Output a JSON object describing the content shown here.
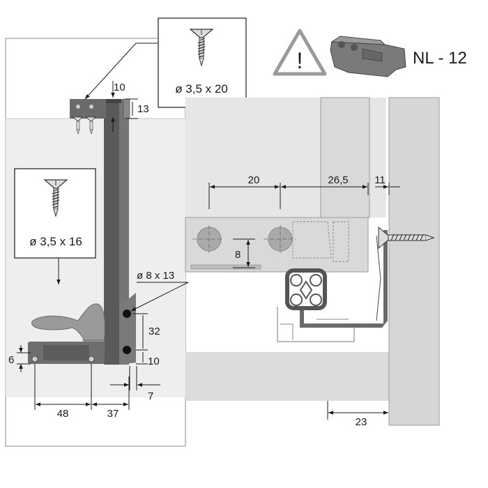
{
  "warning": {
    "icon": "warning-triangle-icon",
    "symbol": "!",
    "part_code": "NL - 12"
  },
  "screws": {
    "top": {
      "label": "ø 3,5 x 20",
      "icon": "countersunk-screw-icon"
    },
    "side": {
      "label": "ø 3,5 x 16",
      "icon": "countersunk-screw-icon"
    }
  },
  "dimensions": {
    "d10_top": "10",
    "d13": "13",
    "d20": "20",
    "d26_5": "26,5",
    "d11": "11",
    "d8": "8",
    "hole": "ø 8 x 13",
    "d32": "32",
    "d10_low": "10",
    "d6": "6",
    "d7": "7",
    "d48": "48",
    "d37": "37",
    "d23": "23"
  },
  "colors": {
    "panel": "#e6e6e6",
    "panel_light": "#eeeeee",
    "part_dark": "#555555",
    "part_mid": "#7a7a7a",
    "rail": "#d2d0cc"
  }
}
